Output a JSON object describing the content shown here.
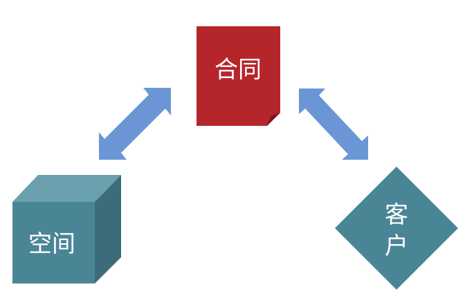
{
  "nodes": {
    "contract": {
      "label": "合同",
      "fill": "#b5262b",
      "fold": "#7e1518"
    },
    "space": {
      "label": "空间",
      "front": "#4a8596",
      "top": "#6aa0ae",
      "side": "#3c6b7a"
    },
    "customer": {
      "label_line1": "客",
      "label_line2": "户",
      "fill": "#4a8596"
    }
  },
  "arrows": {
    "color": "#6a96d6"
  }
}
